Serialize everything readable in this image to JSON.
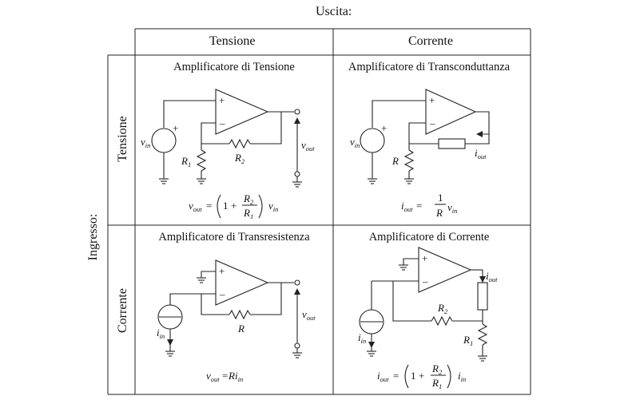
{
  "top_label": "Uscita:",
  "side_label": "Ingresso:",
  "columns": [
    "Tensione",
    "Corrente"
  ],
  "rows": [
    "Tensione",
    "Corrente"
  ],
  "cells": [
    {
      "title": "Amplificatore di Tensione",
      "formula": "vout = (1 + R2/R1) vin"
    },
    {
      "title": "Amplificatore di Transconduttanza",
      "formula": "iout = 1/R vin"
    },
    {
      "title": "Amplificatore di Transresistenza",
      "formula": "vout = R iin"
    },
    {
      "title": "Amplificatore di Corrente",
      "formula": "iout = (1 + R2/R1) iin"
    }
  ],
  "symbols": {
    "plus": "+",
    "minus": "–",
    "eq": "=",
    "one": "1",
    "v": "v",
    "i": "i",
    "R": "R",
    "R1": "R",
    "sub_in": "in",
    "sub_out": "out",
    "sub_1": "1",
    "sub_2": "2"
  }
}
